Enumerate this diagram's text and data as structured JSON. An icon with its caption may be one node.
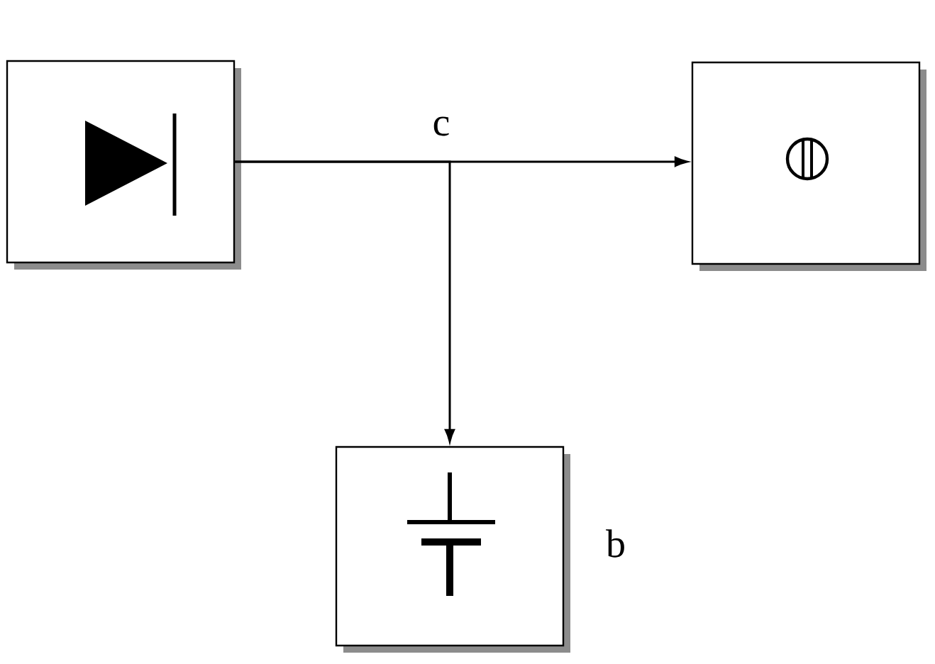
{
  "diagram": {
    "nodes": [
      {
        "text": [],
        "shape": "box"
      },
      {
        "text": [],
        "shape": "box"
      },
      {
        "text": [],
        "shape": "box",
        "beside": [
          "b"
        ]
      }
    ],
    "edges": [
      {
        "from": 0,
        "to": 1,
        "arrow": "to",
        "label": "c"
      },
      {
        "from": 0,
        "to": 2,
        "arrow": "to"
      }
    ]
  }
}
